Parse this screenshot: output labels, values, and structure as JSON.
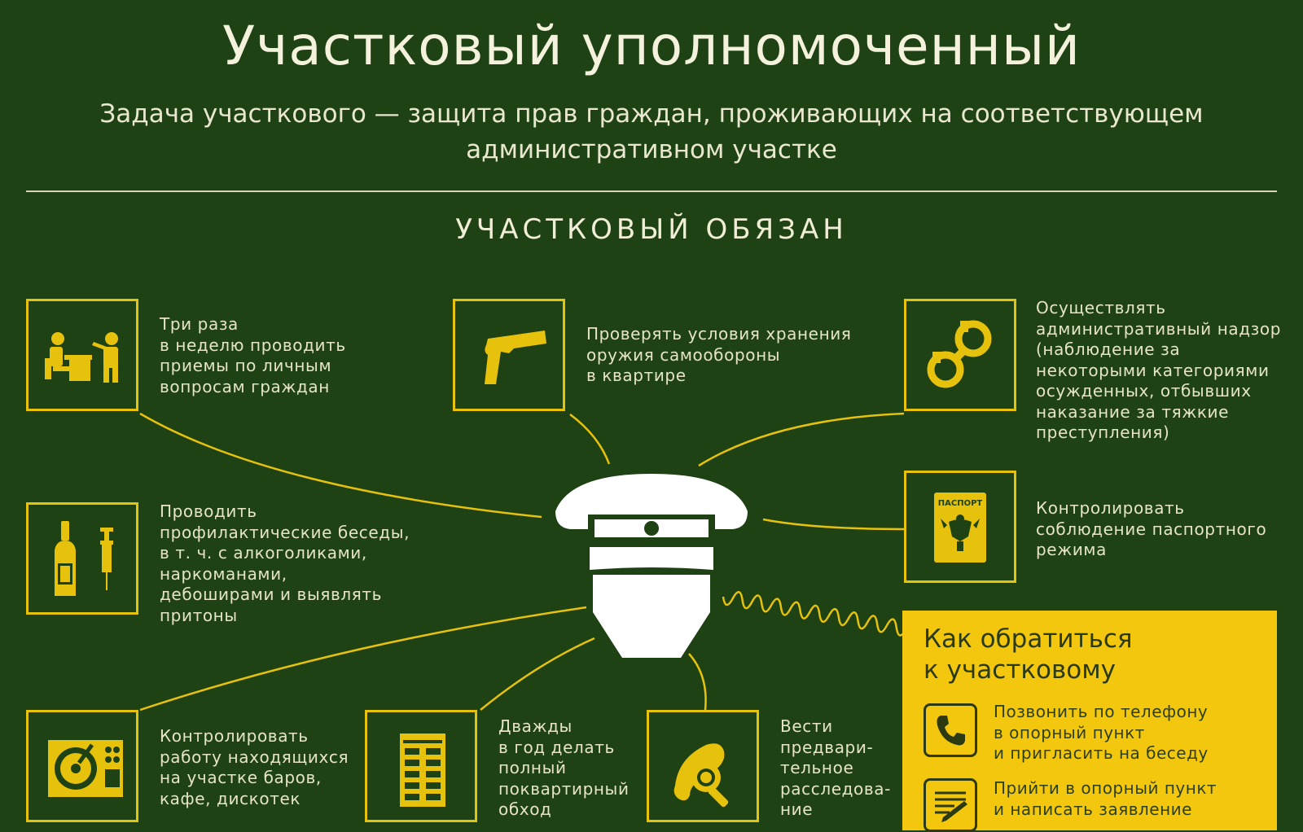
{
  "header": {
    "title": "Участковый уполномоченный",
    "subtitle": "Задача участкового — защита прав граждан, проживающих на соответствующем административном участке"
  },
  "section": {
    "title": "УЧАСТКОВЫЙ ОБЯЗАН"
  },
  "duties": {
    "receptions": "Три раза\nв неделю проводить\nприемы по личным\nвопросам граждан",
    "weapons": "Проверять условия хранения\nоружия самообороны\nв квартире",
    "supervision": "Осуществлять\nадминистративный надзор\n(наблюдение за\nнекоторыми категориями\nосужденных, отбывших\nнаказание за тяжкие\nпреступления)",
    "prevention": "Проводить\nпрофилактические беседы,\nв т. ч. с алкоголиками,\nнаркоманами,\nдебоширами и выявлять\nпритоны",
    "passport": "Контролировать\nсоблюдение паспортного\nрежима",
    "venues": "Контролировать\nработу находящихся\nна участке баров,\nкафе, дискотек",
    "rounds": "Дважды\nв год делать\nполный\nпоквартирный\nобход",
    "investigation": "Вести\nпредвари-\nтельное\nрасследова-\nние",
    "passport_icon_label": "ПАСПОРТ"
  },
  "contact": {
    "title": "Как обратиться\nк участковому",
    "phone": "Позвонить по телефону\nв опорный пункт\nи пригласить на беседу",
    "visit": "Прийти в опорный пункт\nи написать заявление"
  },
  "colors": {
    "background": "#1f4214",
    "accent": "#e7c20d",
    "contact_bg": "#f4c70f",
    "text": "#e6e4c6"
  },
  "icons": {
    "receptions": "reception-desk-icon",
    "weapons": "pistol-icon",
    "supervision": "handcuffs-icon",
    "prevention": "bottle-syringe-icon",
    "passport": "passport-icon",
    "venues": "turntable-icon",
    "rounds": "apartment-building-icon",
    "investigation": "footprint-magnifier-icon",
    "phone": "phone-icon",
    "visit": "document-pen-icon",
    "officer": "police-officer-icon"
  }
}
